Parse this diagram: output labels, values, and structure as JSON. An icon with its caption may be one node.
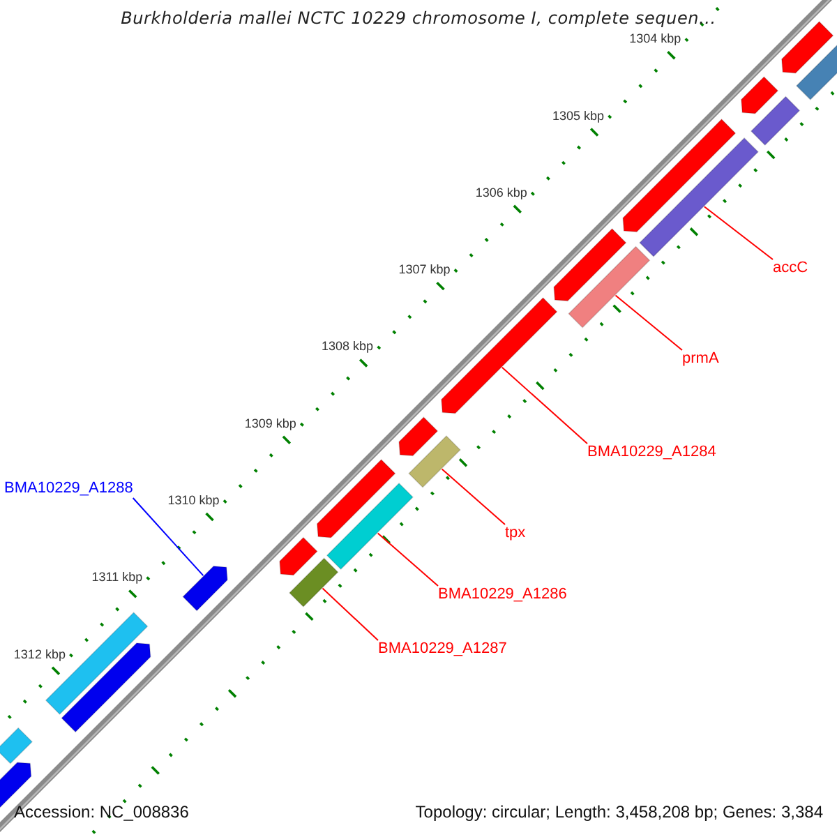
{
  "diagram": {
    "title": "Burkholderia mallei NCTC 10229 chromosome I, complete sequen...",
    "nodes": [
      {
        "text": [
          "accC"
        ]
      },
      {
        "text": [],
        "shape": "bar"
      },
      {
        "text": [
          "prmA"
        ]
      },
      {
        "text": [],
        "shape": "bar"
      },
      {
        "text": [
          "BMA10229_A1284"
        ]
      },
      {
        "text": [],
        "shape": "bar"
      },
      {
        "text": [
          "BMA10229_A1288"
        ]
      },
      {
        "text": [],
        "shape": "bar"
      },
      {
        "text": [
          "tpx"
        ]
      },
      {
        "text": [],
        "shape": "bar"
      },
      {
        "text": [
          "BMA10229_A1286"
        ]
      },
      {
        "text": [],
        "shape": "bar"
      },
      {
        "text": [
          "BMA10229_A1287"
        ]
      },
      {
        "text": [],
        "shape": "bar"
      },
      {
        "text": [],
        "shape": "bar"
      },
      {
        "text": [],
        "shape": "bar"
      },
      {
        "text": [],
        "shape": "bar"
      },
      {
        "text": [],
        "shape": "bar"
      },
      {
        "text": [],
        "shape": "bar"
      },
      {
        "text": [],
        "shape": "bar"
      },
      {
        "text": [],
        "shape": "bar"
      },
      {
        "text": [],
        "shape": "bar"
      },
      {
        "text": [],
        "shape": "bar"
      },
      {
        "text": [],
        "shape": "bar"
      },
      {
        "text": [],
        "shape": "bar"
      },
      {
        "text": [],
        "shape": "bar"
      },
      {
        "text": [],
        "shape": "bar"
      }
    ],
    "edges": [
      {
        "from": 0,
        "to": 1,
        "arrow": "none"
      },
      {
        "from": 2,
        "to": 3,
        "arrow": "none"
      },
      {
        "from": 4,
        "to": 5,
        "arrow": "none"
      },
      {
        "from": 6,
        "to": 7,
        "arrow": "none",
        "color": "#0000ff"
      },
      {
        "from": 8,
        "to": 9,
        "arrow": "none"
      },
      {
        "from": 10,
        "to": 11,
        "arrow": "none"
      },
      {
        "from": 12,
        "to": 13,
        "arrow": "none"
      }
    ],
    "labels": [
      "1304 kbp",
      "1305 kbp",
      "1306 kbp",
      "1307 kbp",
      "1308 kbp",
      "1309 kbp",
      "1310 kbp",
      "1311 kbp",
      "1312 kbp",
      "Accession: NC_008836",
      "Topology: circular; Length: 3,458,208 bp; Genes: 3,384"
    ]
  }
}
